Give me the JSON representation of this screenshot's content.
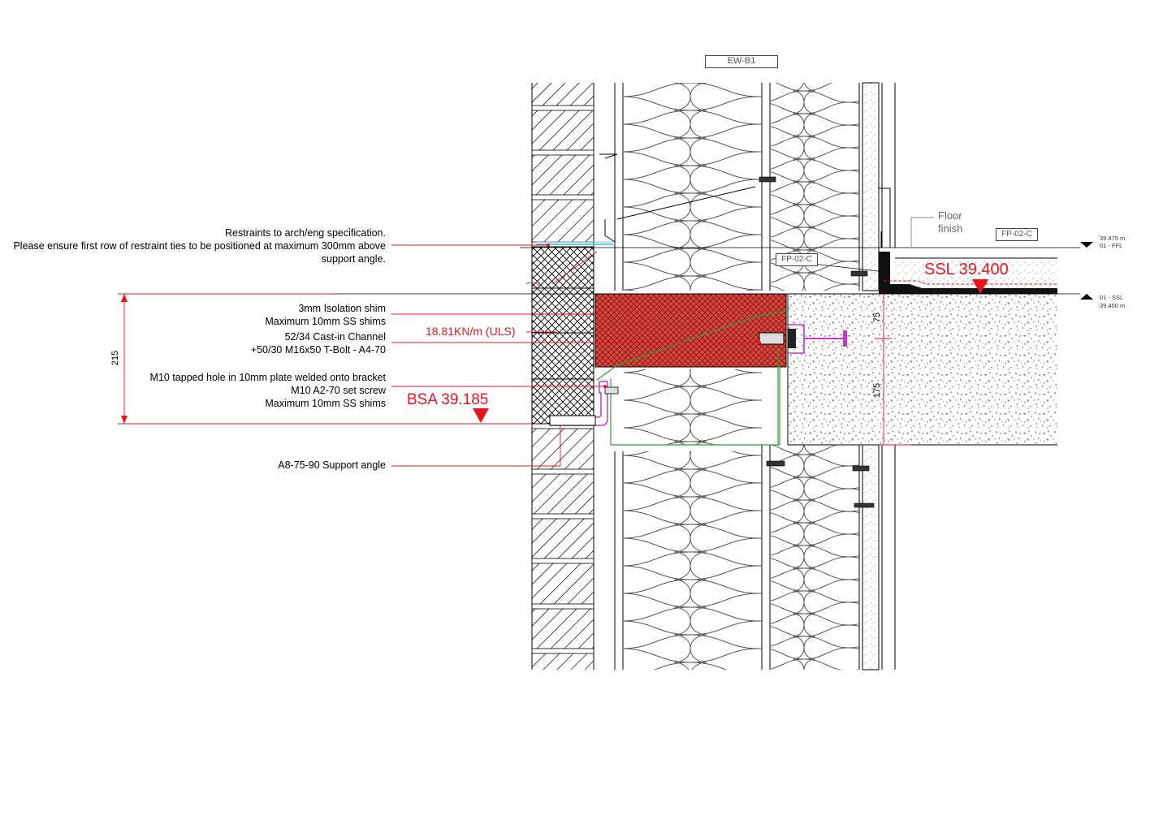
{
  "title_tag": "EW-B1",
  "tags": {
    "fp_upper": "FP-02-C",
    "fp_lower": "FP-02-C"
  },
  "floor_finish": {
    "line1": "Floor",
    "line2": "finish"
  },
  "levels": {
    "ffl_value": "39.475 m",
    "ffl_name": "01 - FFL",
    "ssl_name": "01 - SSL",
    "ssl_value": "39.400 m"
  },
  "ssl_big": "SSL 39.400",
  "bsa_big": "BSA 39.185",
  "load": "18.81KN/m (ULS)",
  "dims": {
    "overall": "215",
    "upper": "75",
    "lower": "175"
  },
  "notes": {
    "restraints_1": "Restraints to arch/eng specification.",
    "restraints_2": "Please ensure first row of restraint ties to be positioned at maximum 300mm above",
    "restraints_3": "support angle.",
    "shim_1": "3mm Isolation shim",
    "shim_2": "Maximum 10mm SS shims",
    "channel_1": "52/34 Cast-in Channel",
    "channel_2": "+50/30 M16x50 T-Bolt - A4-70",
    "m10_1": "M10 tapped hole in 10mm plate welded onto bracket",
    "m10_2": "M10 A2-70 set screw",
    "m10_3": "Maximum 10mm SS shims",
    "angle": "A8-75-90 Support angle"
  },
  "colors": {
    "annotation_red": "#e8131f",
    "fire_barrier": "#e0443c",
    "line_green": "#2aa02a",
    "bracket_magenta": "#cc33cc"
  }
}
